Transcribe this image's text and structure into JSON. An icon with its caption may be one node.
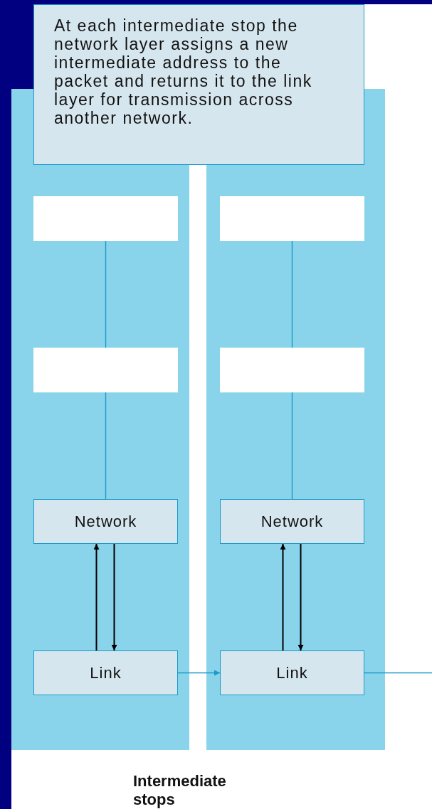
{
  "diagram": {
    "nodes": [
      {
        "text": [
          "At each intermediate stop the network layer assigns a new intermediate address to the packet and returns it to the link layer for transmission across another network."
        ]
      },
      {
        "text": [],
        "shape": "box"
      },
      {
        "text": [],
        "shape": "box"
      },
      {
        "text": [],
        "shape": "box",
        "in": 1
      },
      {
        "text": [],
        "shape": "box",
        "in": 1
      },
      {
        "text": [
          "Network"
        ],
        "in": 1
      },
      {
        "text": [
          "Link"
        ],
        "in": 1
      },
      {
        "text": [],
        "shape": "box",
        "in": 2
      },
      {
        "text": [],
        "shape": "box",
        "in": 2
      },
      {
        "text": [
          "Network"
        ],
        "in": 2
      },
      {
        "text": [
          "Link"
        ],
        "in": 2
      }
    ],
    "edges": [
      {
        "from": 3,
        "to": 4,
        "arrow": "none"
      },
      {
        "from": 4,
        "to": 5,
        "arrow": "none"
      },
      {
        "from": 6,
        "to": 5,
        "arrow": "to",
        "color": "#000000"
      },
      {
        "from": 5,
        "to": 6,
        "arrow": "to",
        "color": "#000000"
      },
      {
        "from": 7,
        "to": 8,
        "arrow": "none"
      },
      {
        "from": 8,
        "to": 9,
        "arrow": "none"
      },
      {
        "from": 10,
        "to": 9,
        "arrow": "to",
        "color": "#000000"
      },
      {
        "from": 9,
        "to": 10,
        "arrow": "to",
        "color": "#000000"
      },
      {
        "from": 6,
        "to": 10,
        "arrow": "to"
      },
      {
        "from": 10,
        "to": null,
        "arrow": "none"
      }
    ],
    "labels": [
      "Intermediate stops"
    ]
  }
}
